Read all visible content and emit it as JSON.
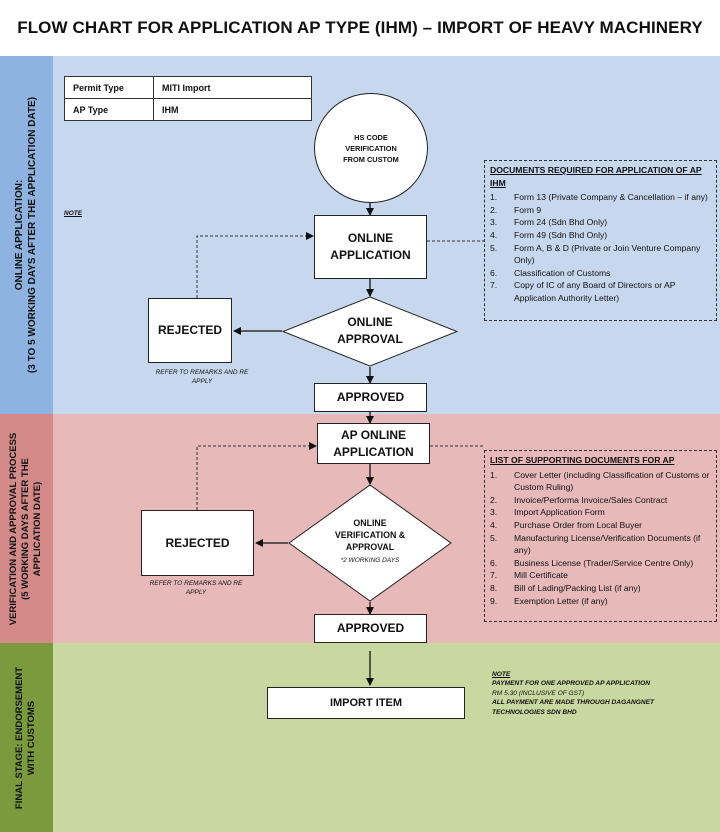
{
  "title": "FLOW CHART FOR APPLICATION AP TYPE (IHM) – IMPORT OF HEAVY MACHINERY",
  "colors": {
    "band1": "#c7d7ee",
    "side1": "#8eb3e0",
    "band2": "#e7b9b8",
    "side2": "#d38a89",
    "band3": "#c9d7a1",
    "side3": "#7a9a3d"
  },
  "permit_table": [
    {
      "label": "Permit Type",
      "value": "MITI Import"
    },
    {
      "label": "AP Type",
      "value": "IHM"
    }
  ],
  "stage1": {
    "label_line1": "ONLINE APPLICATION:",
    "label_line2": "(3 TO 5 WORKING DAYS AFTER THE APPLICATION DATE)",
    "note": "NOTE",
    "hs_code": "HS CODE VERIFICATION FROM CUSTOM",
    "online_application": "ONLINE APPLICATION",
    "online_approval": "ONLINE APPROVAL",
    "rejected": "REJECTED",
    "refer": "REFER TO REMARKS AND RE APPLY",
    "approved": "APPROVED",
    "docs_title": "DOCUMENTS REQUIRED FOR APPLICATION OF AP IHM",
    "docs": [
      "Form 13 (Private Company & Cancellation – if any)",
      "Form 9",
      "Form 24 (Sdn Bhd Only)",
      "Form 49 (Sdn Bhd Only)",
      "Form A, B & D (Private or Join Venture Company Only)",
      "Classification of Customs",
      "Copy of IC of any Board of Directors or AP Application Authority Letter)"
    ]
  },
  "stage2": {
    "label_line1": "VERIFICATION AND APPROVAL PROCESS",
    "label_line2": "(5 WORKING DAYS AFTER THE",
    "label_line3": "APPLICATION DATE)",
    "ap_online_application": "AP ONLINE APPLICATION",
    "verification": "ONLINE VERIFICATION & APPROVAL",
    "working_days": "*2 WORKING DAYS",
    "rejected": "REJECTED",
    "refer": "REFER TO REMARKS AND RE APPLY",
    "approved": "APPROVED",
    "docs_title": "LIST OF SUPPORTING DOCUMENTS FOR AP",
    "docs": [
      "Cover Letter (including Classification of Customs or Custom Ruling)",
      "Invoice/Performa Invoice/Sales Contract",
      "Import Application Form",
      "Purchase Order from Local Buyer",
      "Manufacturing License/Verification Documents (if any)",
      "Business License (Trader/Service Centre Only)",
      "Mill Certificate",
      "Bill of Lading/Packing List (if any)",
      "Exemption Letter (if any)"
    ]
  },
  "stage3": {
    "label_line1": "FINAL STAGE: ENDORSEMENT",
    "label_line2": "WITH CUSTOMS",
    "import_item": "IMPORT ITEM",
    "note_title": "NOTE",
    "note_line1": "PAYMENT FOR ONE APPROVED AP APPLICATION",
    "note_line2": "RM 5.30 (INCLUSIVE OF GST)",
    "note_line3": "ALL PAYMENT ARE MADE THROUGH DAGANGNET TECHNOLOGIES SDN BHD"
  }
}
